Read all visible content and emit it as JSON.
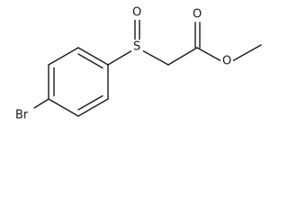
{
  "molecule": {
    "name": "",
    "atoms": {
      "bromine": "Br",
      "sulfur": "S",
      "sulfinyl_oxygen": "O",
      "carbonyl_oxygen": "O",
      "ester_oxygen": "O"
    }
  },
  "colors": {
    "bond": "#1a1a1a",
    "label": "#1a1a1a",
    "background": "#ffffff"
  }
}
